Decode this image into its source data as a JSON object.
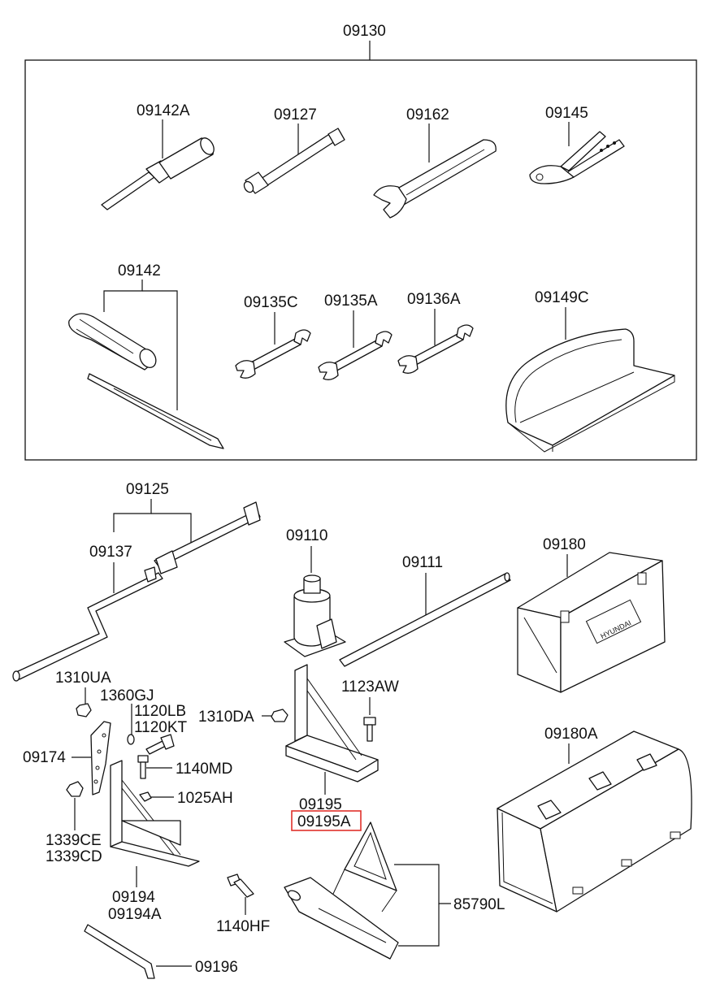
{
  "diagram": {
    "labels": {
      "p09130": "09130",
      "p09142A": "09142A",
      "p09127": "09127",
      "p09162": "09162",
      "p09145": "09145",
      "p09142": "09142",
      "p09135C": "09135C",
      "p09135A": "09135A",
      "p09136A": "09136A",
      "p09149C": "09149C",
      "p09125": "09125",
      "p09137": "09137",
      "p09110": "09110",
      "p09111": "09111",
      "p09180": "09180",
      "p1310UA": "1310UA",
      "p1360GJ": "1360GJ",
      "p1120LB": "1120LB",
      "p1120KT": "1120KT",
      "p1310DA": "1310DA",
      "p1123AW": "1123AW",
      "p09174": "09174",
      "p1140MD": "1140MD",
      "p1025AH": "1025AH",
      "p09180A": "09180A",
      "p1339CE": "1339CE",
      "p1339CD": "1339CD",
      "p09195": "09195",
      "p09195A": "09195A",
      "p09194": "09194",
      "p09194A": "09194A",
      "p1140HF": "1140HF",
      "p85790L": "85790L",
      "p09196": "09196"
    },
    "highlight_color": "#e0312b",
    "box_brand_text": "HYUNDAI"
  }
}
